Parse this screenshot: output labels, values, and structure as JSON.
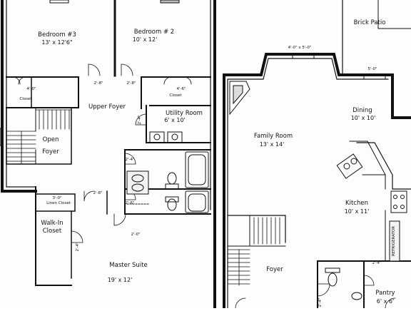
{
  "rooms": {
    "bedroom3": {
      "name": "Bedroom #3",
      "size": "13' x 12'6\""
    },
    "bedroom2": {
      "name": "Bedroom # 2",
      "size": "10' x 12'"
    },
    "upper_foyer": {
      "name": "Upper Foyer"
    },
    "utility": {
      "name": "Utility Room",
      "size": "6' x 10'"
    },
    "open_foyer": {
      "line1": "Open",
      "line2": "Foyer"
    },
    "closet_left": {
      "name": "Closet",
      "dim": "4'-0\""
    },
    "closet_right": {
      "name": "Closet",
      "dim": "4'-6\""
    },
    "linen": {
      "name": "Linen Closet",
      "dim": "3'-0\""
    },
    "walkin": {
      "line1": "Walk-In",
      "line2": "Closet"
    },
    "master": {
      "name": "Master Suite",
      "size": "19' x 12'"
    },
    "patio": {
      "name": "Brick Patio"
    },
    "family": {
      "name": "Family Room",
      "size": "13' x 14'"
    },
    "dining": {
      "name": "Dining",
      "size": "10' x 10'"
    },
    "kitchen": {
      "name": "Kitchen",
      "size": "10' x 11'"
    },
    "foyer": {
      "name": "Foyer"
    },
    "pantry": {
      "name": "Pantry",
      "size": "6' x 6'"
    }
  },
  "dimensions": {
    "door_upper_left": "2'-8\"",
    "door_upper_right": "2'-8\"",
    "bay": "4'-0\" x 5'-0\"",
    "patio_door": "5'-0\"",
    "door_bath1": "2'-4\"",
    "door_bath2": "2'-6\"",
    "door_master1": "2'-8\"",
    "door_master2": "2'-0\"",
    "door_walkin": "2'-4\"",
    "door_utility": "2'-4\"",
    "door_kitchen": "2'-4\"",
    "door_foyer": "2'-4\"",
    "fridge": "REFRIGERATOR"
  }
}
